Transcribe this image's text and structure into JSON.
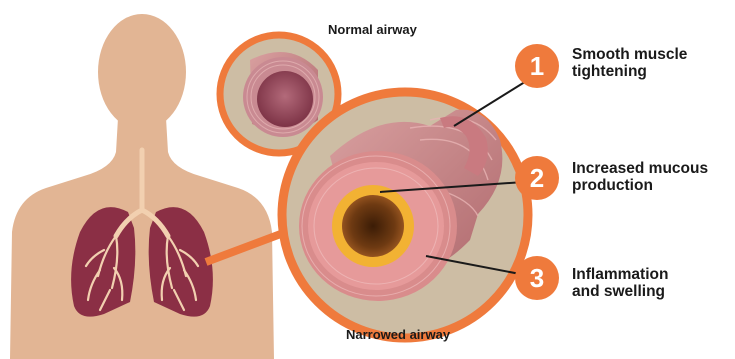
{
  "diagram": {
    "normal_label": "Normal airway",
    "narrowed_label": "Narrowed airway",
    "steps": [
      {
        "number": "1",
        "label_line1": "Smooth muscle",
        "label_line2": "tightening"
      },
      {
        "number": "2",
        "label_line1": "Increased mucous",
        "label_line2": "production"
      },
      {
        "number": "3",
        "label_line1": "Inflammation",
        "label_line2": "and swelling"
      }
    ],
    "colors": {
      "accent": "#ef7a3c",
      "skin": "#e2b594",
      "lung": "#8b2f45",
      "airway_wall": "#d98c8c",
      "mucus": "#f2b233",
      "lumen": "#6e3a12",
      "background_circle": "#cdbda4"
    }
  }
}
